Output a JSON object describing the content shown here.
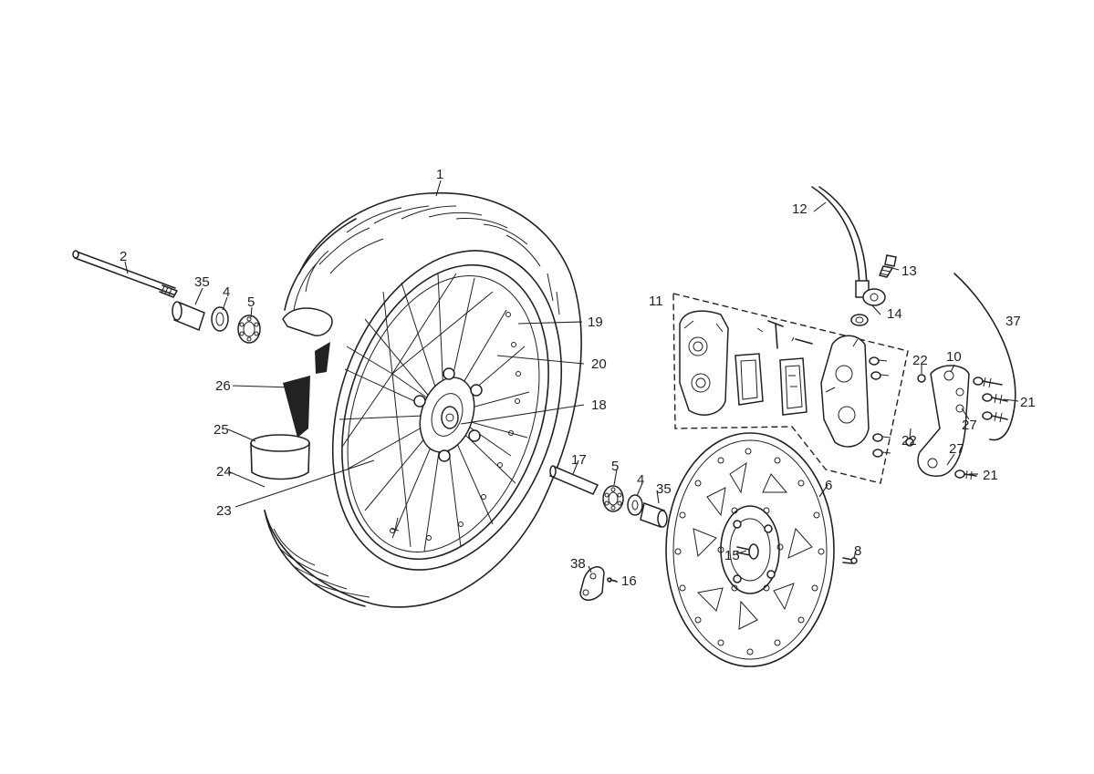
{
  "callouts": {
    "c1": "1",
    "c2": "2",
    "c35a": "35",
    "c4a": "4",
    "c5a": "5",
    "c26": "26",
    "c25": "25",
    "c24": "24",
    "c23": "23",
    "c19": "19",
    "c20": "20",
    "c18": "18",
    "c17": "17",
    "c5b": "5",
    "c4b": "4",
    "c35b": "35",
    "c38": "38",
    "c16": "16",
    "c15": "15",
    "c6": "6",
    "c8": "8",
    "c12": "12",
    "c13": "13",
    "c14": "14",
    "c11": "11",
    "c37": "37",
    "c22a": "22",
    "c10": "10",
    "c21a": "21",
    "c27a": "27",
    "c22b": "22",
    "c27b": "27",
    "c21b": "21"
  },
  "colors": {
    "line": "#222222",
    "background": "#ffffff"
  }
}
